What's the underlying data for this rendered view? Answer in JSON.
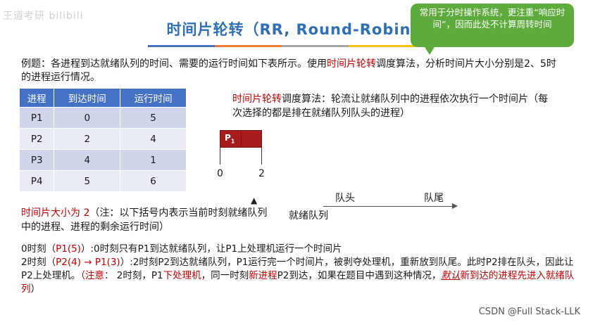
{
  "watermark": "王道考研 bilibili",
  "title": "时间片轮转（RR, Round-Robin）",
  "bubble": {
    "text": "常用于分时操作系统，更注重“响应时间”，因而此处不计算周转时间"
  },
  "intro": {
    "part1": "例题：各进程到达就绪队列的时间、需要的运行时间如下表所示。使用",
    "highlight": "时间片轮转",
    "part2": "调度算法，分析时间片大小分别是2、5时的进程运行情况。"
  },
  "table": {
    "headers": [
      "进程",
      "到达时间",
      "运行时间"
    ],
    "rows": [
      [
        "P1",
        "0",
        "5"
      ],
      [
        "P2",
        "2",
        "4"
      ],
      [
        "P3",
        "4",
        "1"
      ],
      [
        "P4",
        "5",
        "6"
      ]
    ]
  },
  "algo": {
    "highlight": "时间片轮转",
    "text": "调度算法：轮流让就绪队列中的进程依次执行一个时间片（每次选择的都是排在就绪队列队头的进程）"
  },
  "gantt": {
    "label": "P",
    "label_sub": "1",
    "ticks": [
      "0",
      "2"
    ]
  },
  "queue": {
    "head": "队头",
    "tail": "队尾",
    "name": "就绪队列"
  },
  "slice": {
    "highlight": "时间片大小",
    "value": "为 2",
    "note": "（注：以下括号内表示当前时刻就绪队列中的进程、进程的剩余运行时间）"
  },
  "events": {
    "e0_time": "0时刻（",
    "e0_queue": "P1(5)",
    "e0_rest": "）:0时刻只有P1到达就绪队列，让P1上处理机运行一个时间片",
    "e2_time": "2时刻（",
    "e2_queue": "P2(4) → P1(3)",
    "e2_rest": "）:2时刻P2到达就绪队列，P1运行完一个时间片，被剥夺处理机，重新放到队尾。此时P2排在队头，因此让P2上处理机。",
    "note_label": "（注意：",
    "note_a": " 2时刻，P1",
    "note_b": "下处理机",
    "note_c": "，同一时刻",
    "note_d": "新进程",
    "note_e": "P2到达，如果在题目中遇到这种情况，",
    "note_f": "默认",
    "note_g": "新到达的进程先进入就绪队列",
    "note_end": "）"
  },
  "credit": "CSDN @Full Stack-LLK"
}
